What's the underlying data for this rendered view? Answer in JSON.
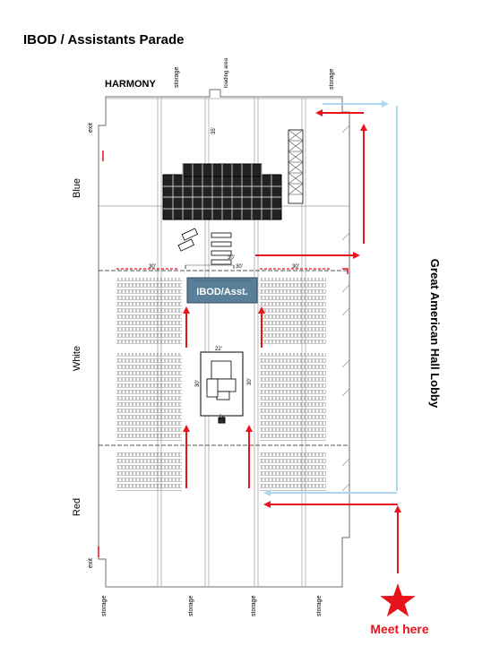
{
  "title": "IBOD / Assistants Parade",
  "room_name": "HARMONY",
  "sections": {
    "top": "Blue",
    "middle": "White",
    "bottom": "Red"
  },
  "lobby_label": "Great American Hall Lobby",
  "booth_label": "IBOD/Asst.",
  "meeting_label": "Meet here",
  "loading_area": "loading area",
  "storage_label": "storage",
  "exit_label": "exit",
  "dimensions": {
    "d35": "35'",
    "d30": "30'",
    "d22": "22'"
  },
  "colors": {
    "arrow_red": "#e8141b",
    "arrow_blue": "#a9d8ef",
    "booth_fill": "#5a7f98",
    "star": "#e8141b",
    "meeting_text": "#e8141b"
  }
}
